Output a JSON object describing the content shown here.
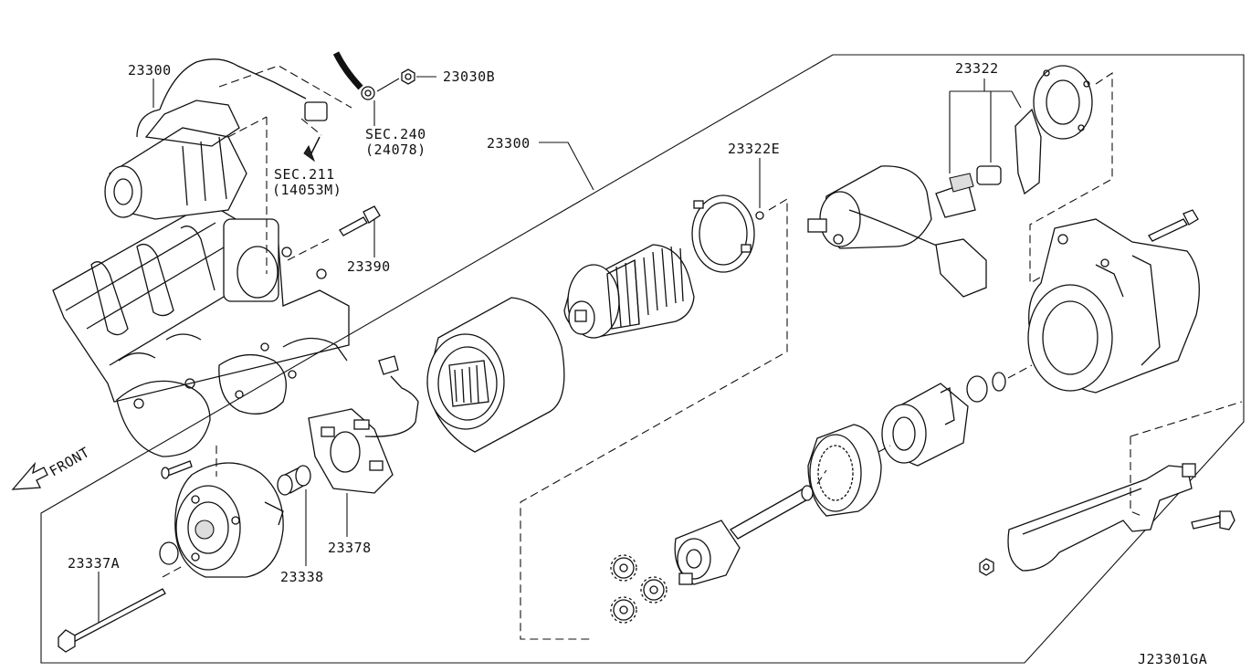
{
  "diagram": {
    "code": "J23301GA",
    "front_label": "FRONT",
    "labels": {
      "starter_top": "23300",
      "starter_box": "23300",
      "nut": "23030B",
      "sec240_a": "SEC.240",
      "sec240_b": "(24078)",
      "sec211_a": "SEC.211",
      "sec211_b": "(14053M)",
      "bolt": "23390",
      "brush_kit": "23322",
      "brush_ring": "23322E",
      "through_bolt": "23337A",
      "bushing": "23338",
      "brush_holder": "23378"
    }
  }
}
